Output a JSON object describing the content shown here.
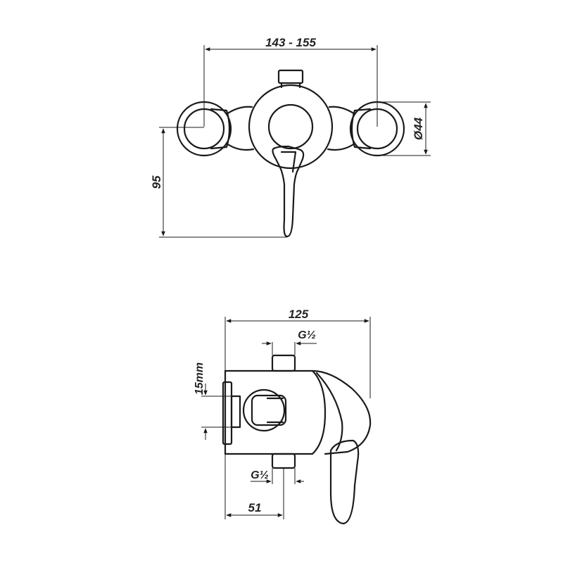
{
  "dimensions": {
    "top_width": "143 - 155",
    "top_height": "95",
    "top_diameter": "Ø44",
    "side_width": "125",
    "side_inlet_top": "G½",
    "side_inlet_bottom": "G½",
    "side_pipe": "15mm",
    "side_depth": "51"
  }
}
